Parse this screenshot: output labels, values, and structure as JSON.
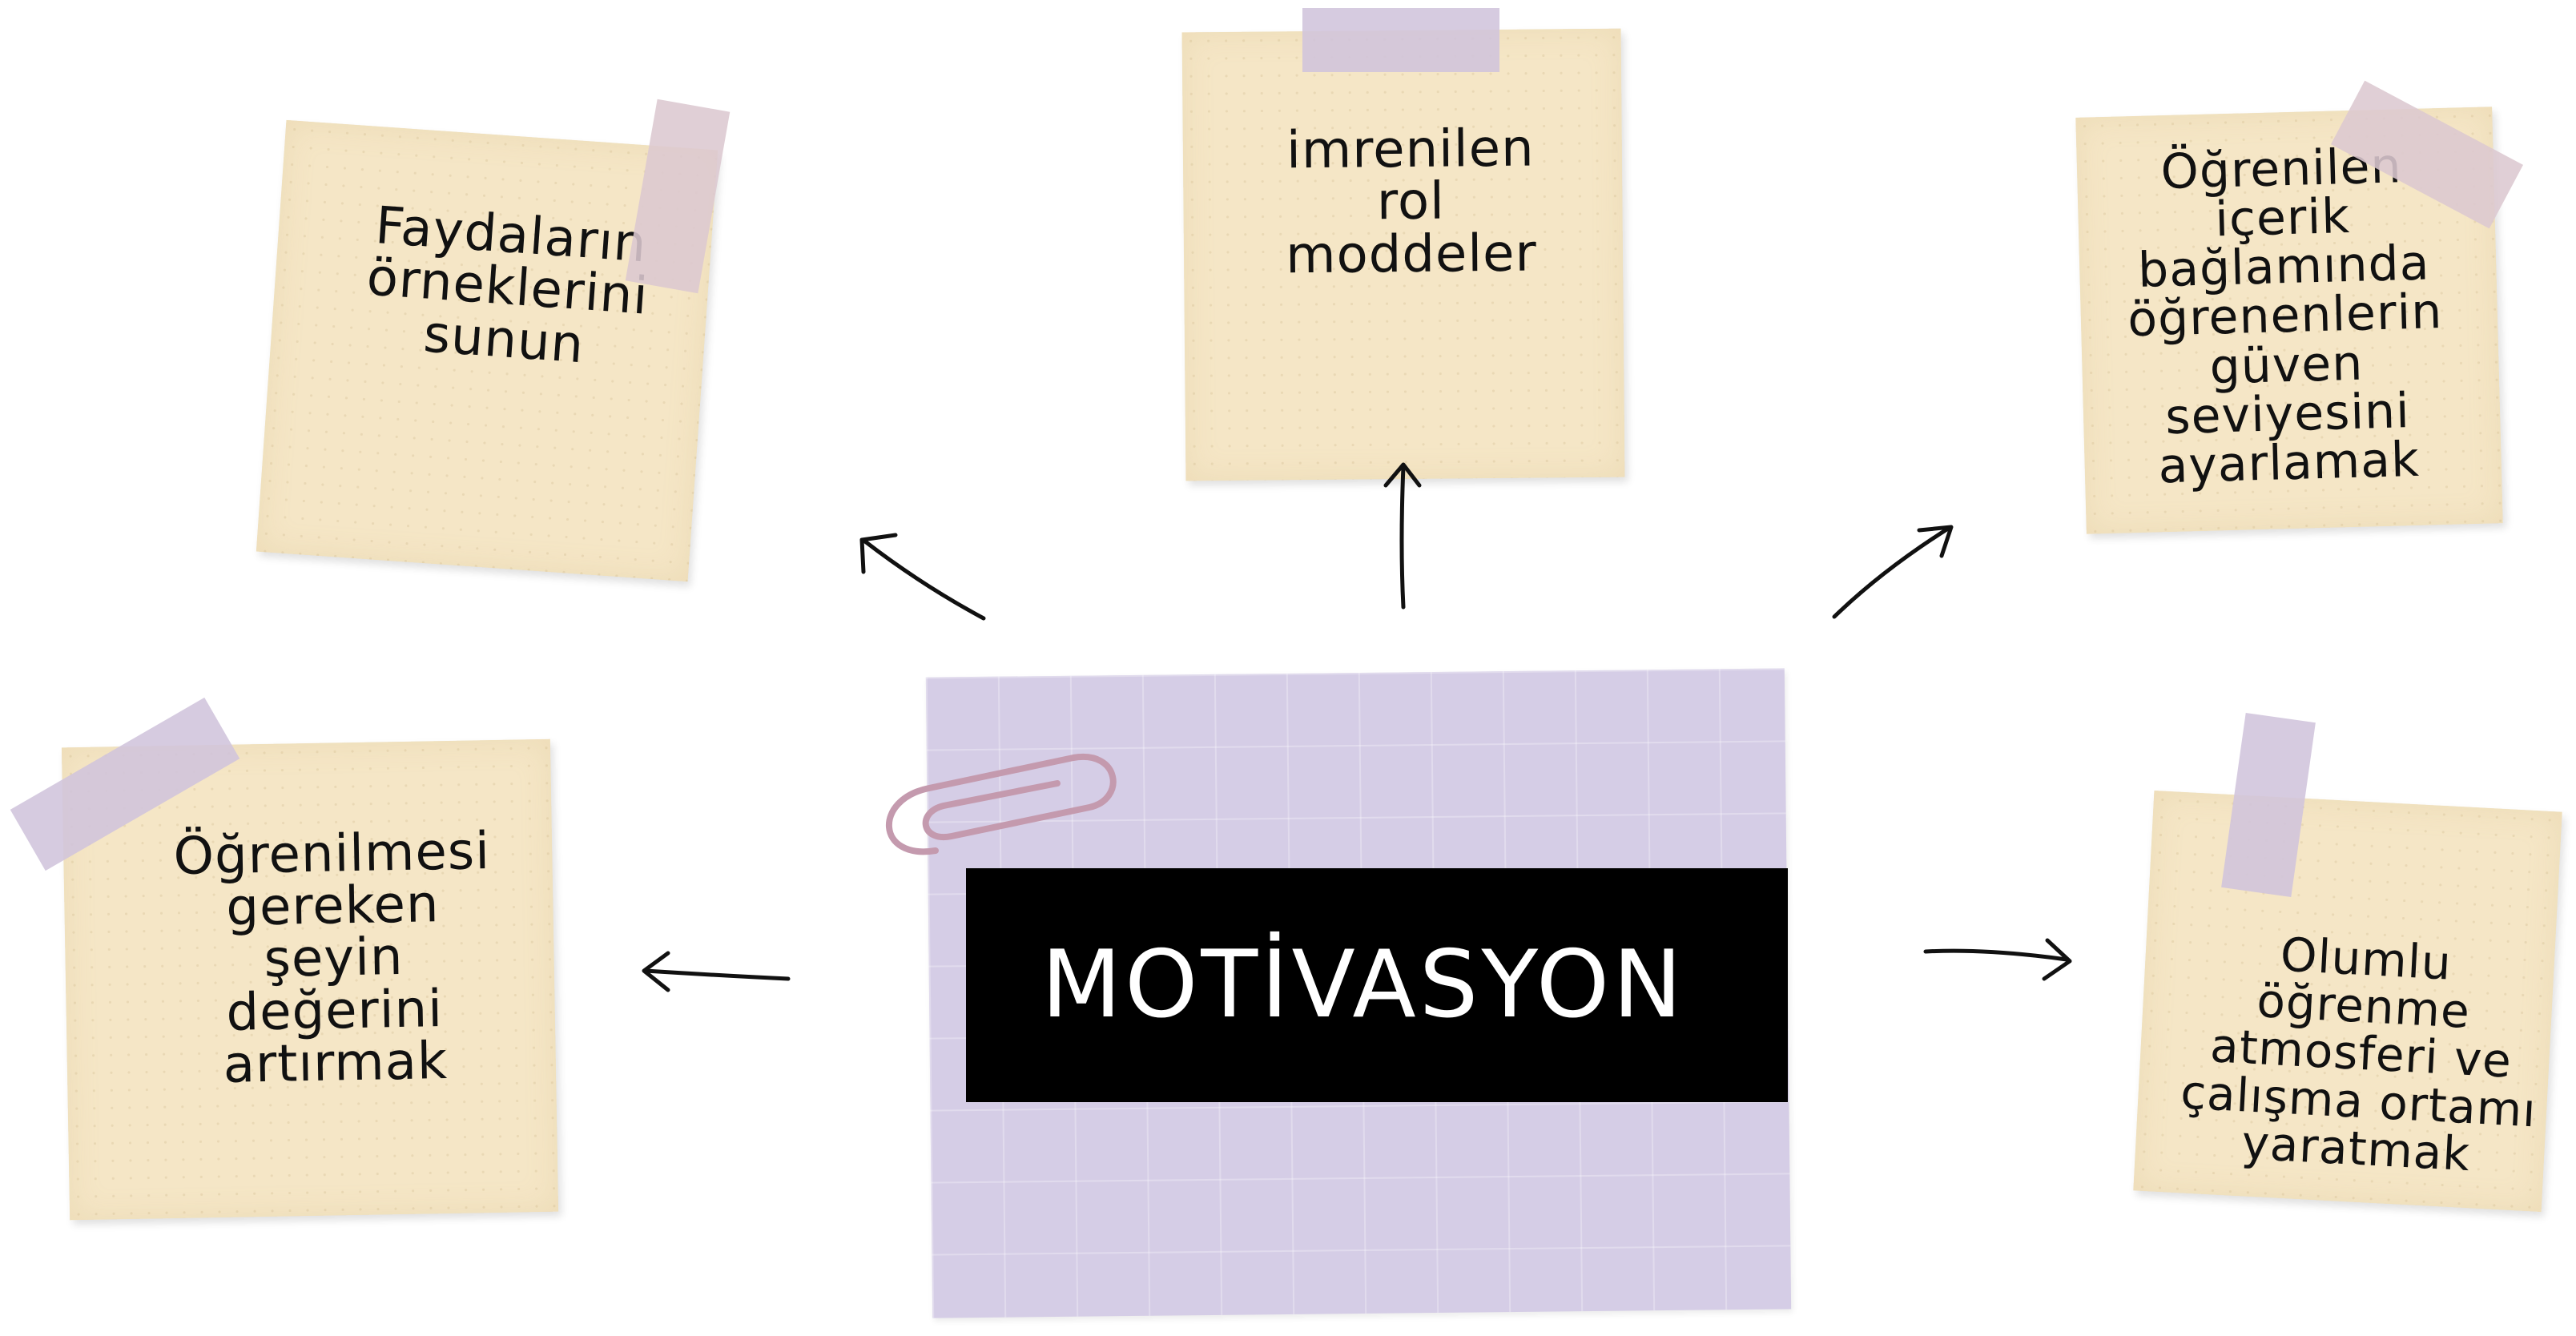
{
  "center": {
    "title": "MOTİVASYON"
  },
  "notes": {
    "benefits": "Faydaların\nörneklerini\nsunun",
    "role_models": "imrenilen\nrol\nmoddeler",
    "confidence": "Öğrenilen\niçerik\nbağlamında\nöğrenenlerin\ngüven\nseviyesini\nayarlamak",
    "value": "Öğrenilmesi\ngereken\nşeyin\ndeğerini\nartırmak",
    "atmosphere": "Olumlu\nöğrenme\natmosferi ve\nçalışma ortamı\nyaratmak"
  },
  "colors": {
    "note_background": "#f5e6c6",
    "center_sheet": "#d5cde6",
    "title_background": "#000000",
    "title_text": "#ffffff",
    "tape": "#d0c4dc",
    "arrows": "#111111"
  },
  "icons": {
    "clip": "paperclip-icon"
  }
}
